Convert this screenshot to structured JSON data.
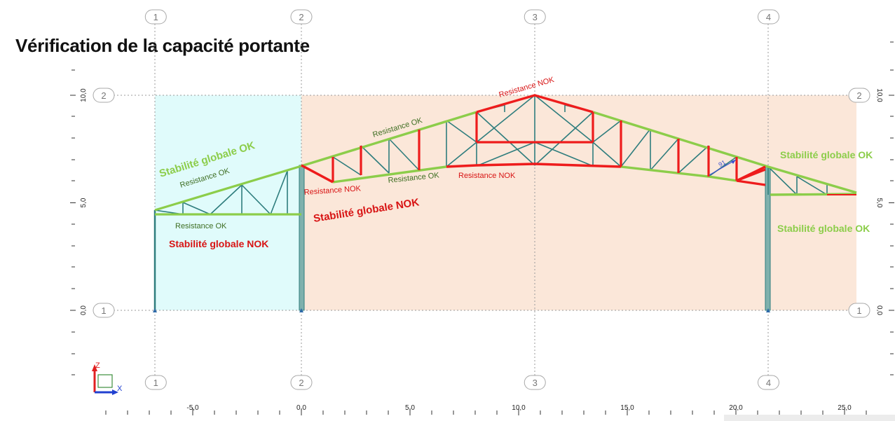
{
  "title": "Vérification de la capacité portante",
  "grid_axes": [
    {
      "label": "1",
      "x": -6.7
    },
    {
      "label": "2",
      "x": 0.0
    },
    {
      "label": "3",
      "x": 10.75
    },
    {
      "label": "4",
      "x": 21.5
    }
  ],
  "levels": [
    {
      "label": "1",
      "z": 0.0
    },
    {
      "label": "2",
      "z": 10.0
    }
  ],
  "x_ticks": [
    {
      "label": "-5,0",
      "v": -5
    },
    {
      "label": "0,0",
      "v": 0
    },
    {
      "label": "5,0",
      "v": 5
    },
    {
      "label": "10,0",
      "v": 10
    },
    {
      "label": "15,0",
      "v": 15
    },
    {
      "label": "20,0",
      "v": 20
    },
    {
      "label": "25,0",
      "v": 25
    }
  ],
  "z_ticks": [
    {
      "label": "0,0",
      "v": 0
    },
    {
      "label": "5,0",
      "v": 5
    },
    {
      "label": "10,0",
      "v": 10
    }
  ],
  "annotations": {
    "stab_ok_left": "Stabilité globale OK",
    "res_ok_left_top": "Resistance OK",
    "res_ok_left_bottom": "Resistance OK",
    "stab_nok_left": "Stabilité globale NOK",
    "res_ok_mid_top": "Resistance OK",
    "res_nok_apex": "Resistance NOK",
    "res_nok_left_node": "Resistance NOK",
    "res_ok_mid_bottom": "Resistance OK",
    "res_nok_mid_bottom": "Resistance NOK",
    "stab_nok_main": "Stabilité globale NOK",
    "stab_ok_right_top": "Stabilité globale OK",
    "stab_ok_right_bottom": "Stabilité globale OK",
    "dim_label": "91"
  },
  "axis_icon": {
    "z": "Z",
    "x": "X"
  },
  "colors": {
    "ok": "#8ccd4a",
    "nok": "#ee1c1c",
    "member": "#2e7d7d",
    "zone_left": "#e0fbfb",
    "zone_right": "#fbe7d9",
    "ok_text": "#8ccd4a",
    "ok_small_text": "#3e6e22",
    "nok_text": "#d81414"
  }
}
